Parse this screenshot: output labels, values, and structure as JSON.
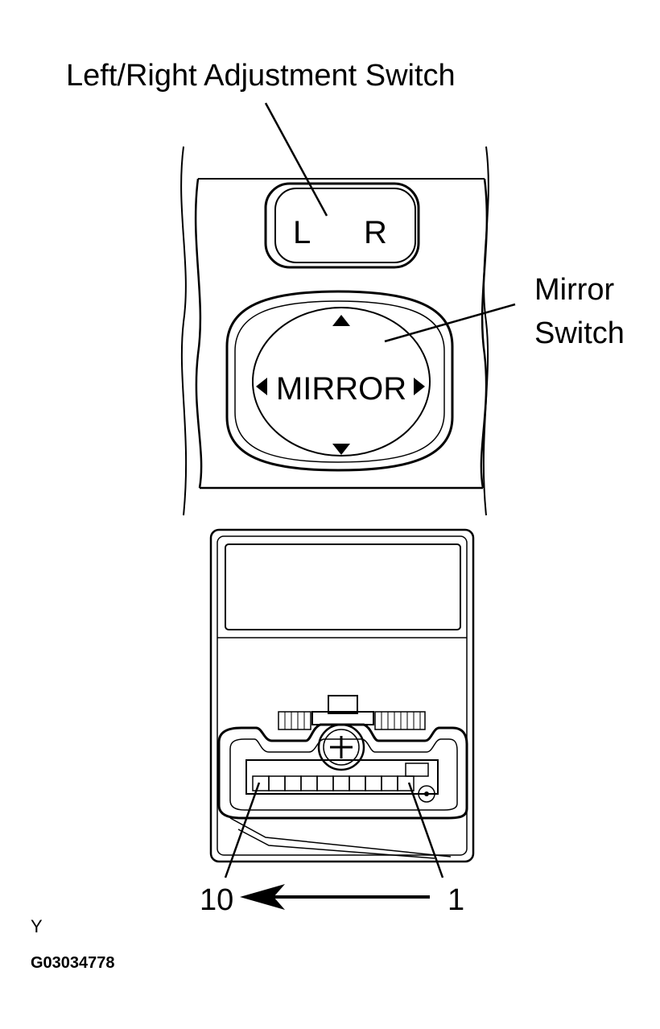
{
  "callouts": {
    "adjustment_switch": "Left/Right Adjustment Switch",
    "mirror_switch_line1": "Mirror",
    "mirror_switch_line2": "Switch"
  },
  "switch_keys": {
    "left": "L",
    "right": "R",
    "mirror": "MIRROR"
  },
  "connector": {
    "pin_left": "10",
    "pin_right": "1",
    "pin_count": 10
  },
  "figure": {
    "view_code": "Y",
    "id": "G03034778"
  }
}
